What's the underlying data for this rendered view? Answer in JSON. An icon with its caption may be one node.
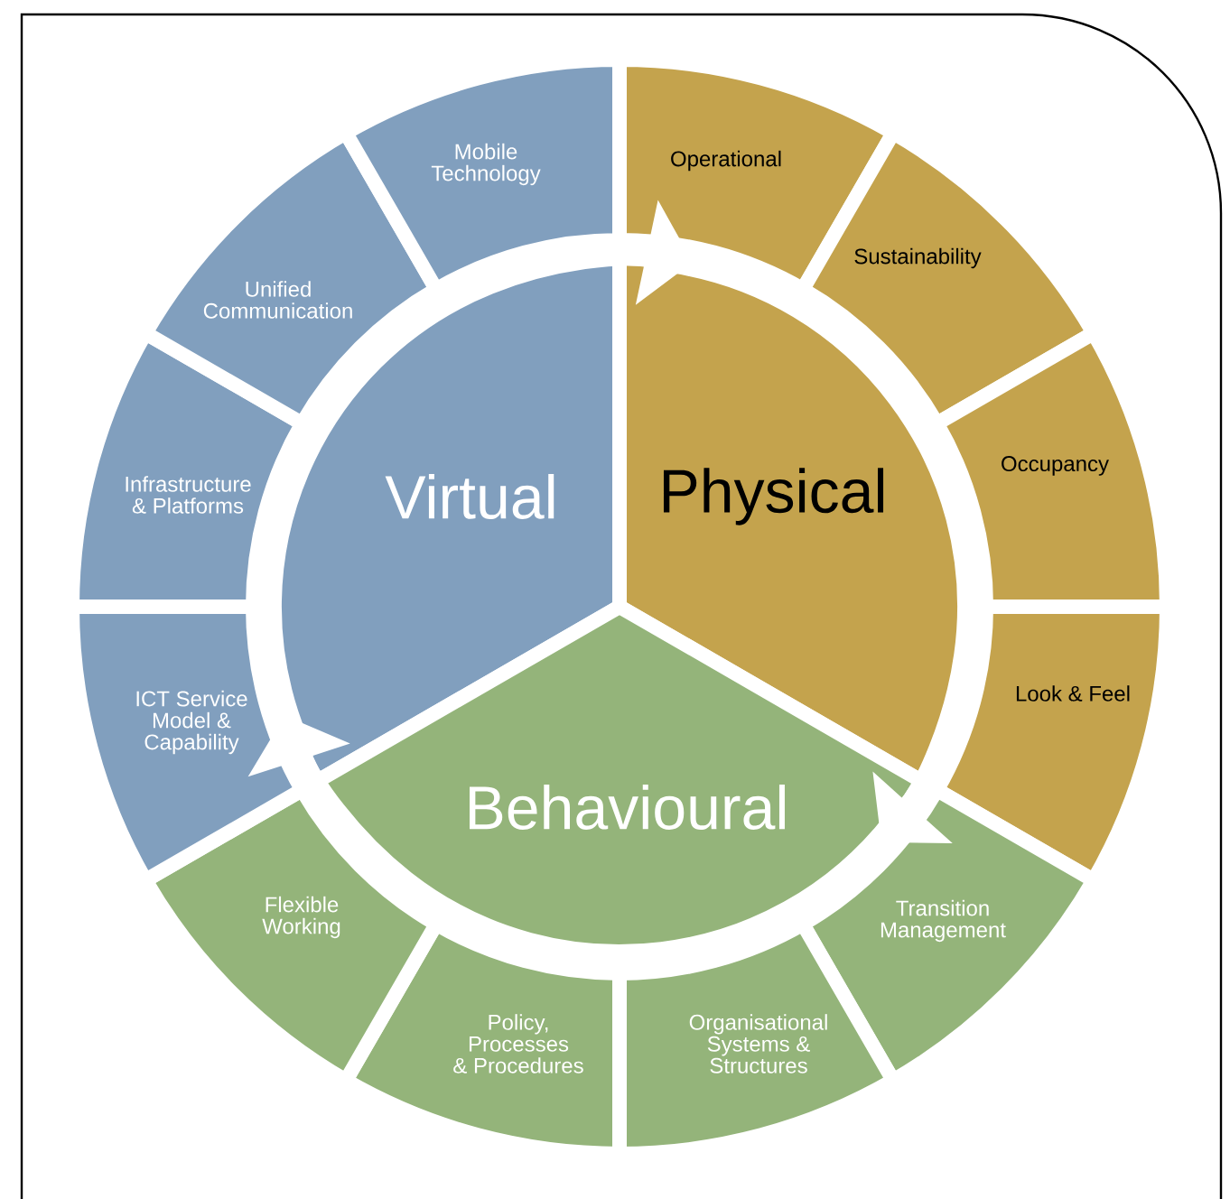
{
  "diagram": {
    "nodes": [
      {
        "text": [
          "Virtual"
        ]
      },
      {
        "text": [
          "Physical"
        ]
      },
      {
        "text": [
          "Behavioural"
        ]
      },
      {
        "text": [
          "Operational"
        ]
      },
      {
        "text": [
          "Sustainability"
        ]
      },
      {
        "text": [
          "Occupancy"
        ]
      },
      {
        "text": [
          "Look & Feel"
        ]
      },
      {
        "text": [
          "Transition Management"
        ]
      },
      {
        "text": [
          "Organisational Systems & Structures"
        ]
      },
      {
        "text": [
          "Policy, Processes & Procedures"
        ]
      },
      {
        "text": [
          "Flexible Working"
        ]
      },
      {
        "text": [
          "ICT Service Model & Capability"
        ]
      },
      {
        "text": [
          "Infrastructure & Platforms"
        ]
      },
      {
        "text": [
          "Unified Communication"
        ]
      },
      {
        "text": [
          "Mobile Technology"
        ]
      }
    ],
    "edges": [
      {
        "from": 0,
        "to": 1,
        "arrow": "to"
      },
      {
        "from": 1,
        "to": 2,
        "arrow": "to"
      },
      {
        "from": 2,
        "to": 0,
        "arrow": "to"
      }
    ]
  }
}
